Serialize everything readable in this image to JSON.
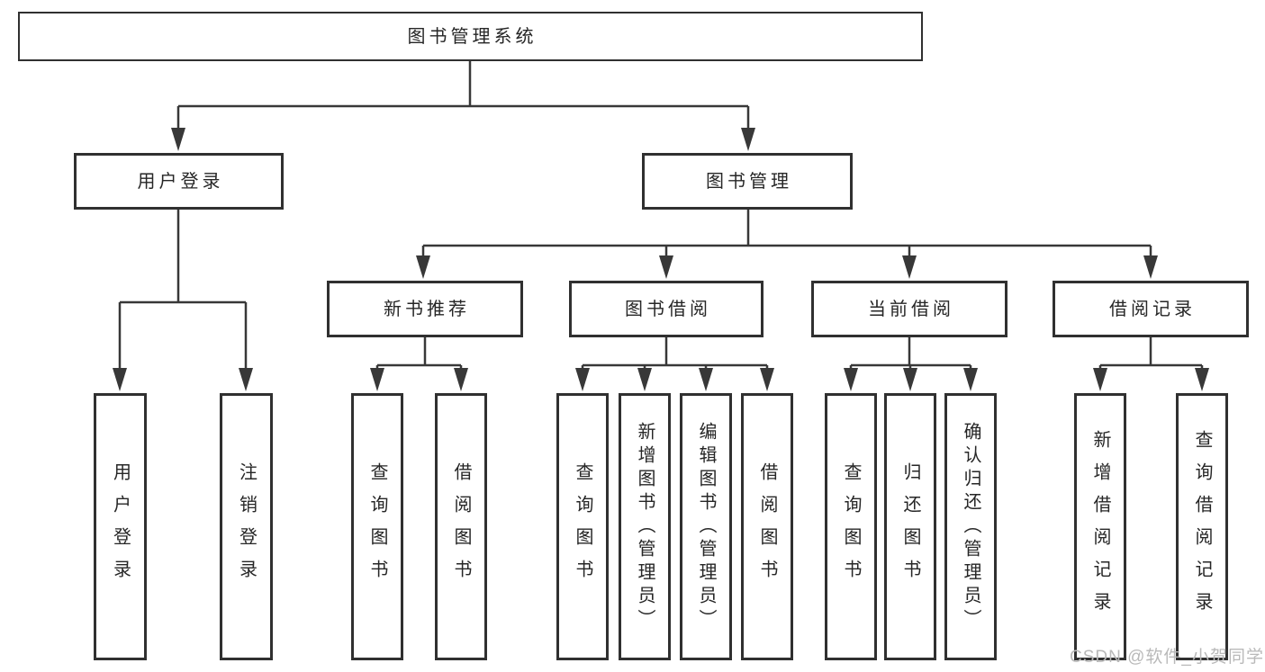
{
  "page": {
    "background": "#ffffff"
  },
  "colors": {
    "line": "#383838",
    "box_border": "#303030",
    "text": "#262626",
    "watermark_text": "#b9b9b9"
  },
  "tree": {
    "root": {
      "label": "图书管理系统"
    },
    "login": {
      "label": "用户登录",
      "children": [
        "用户登录",
        "注销登录"
      ]
    },
    "mgmt": {
      "label": "图书管理"
    },
    "newbook": {
      "label": "新书推荐",
      "children": [
        "查询图书",
        "借阅图书"
      ]
    },
    "borrow": {
      "label": "图书借阅",
      "children": [
        "查询图书",
        "新增图书（管理员）",
        "编辑图书（管理员）",
        "借阅图书"
      ]
    },
    "current": {
      "label": "当前借阅",
      "children": [
        "查询图书",
        "归还图书",
        "确认归还（管理员）"
      ]
    },
    "records": {
      "label": "借阅记录",
      "children": [
        "新增借阅记录",
        "查询借阅记录"
      ]
    }
  },
  "watermark": {
    "text": "CSDN @软件_小贺同学"
  }
}
